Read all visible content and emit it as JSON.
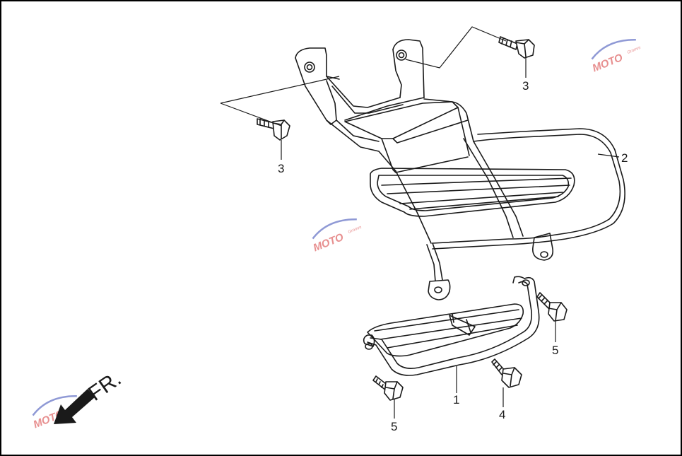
{
  "callouts": {
    "c1": "1",
    "c2": "2",
    "c3a": "3",
    "c3b": "3",
    "c4": "4",
    "c5a": "5",
    "c5b": "5"
  },
  "direction": {
    "label": "FR.",
    "icon": "arrow-down-left-icon"
  },
  "watermark": {
    "text": "MOTO",
    "subtext": "Gromm"
  },
  "colors": {
    "line": "#1a1a1a",
    "watermark_red": "#e06a6a",
    "watermark_blue": "#6a78c8"
  }
}
